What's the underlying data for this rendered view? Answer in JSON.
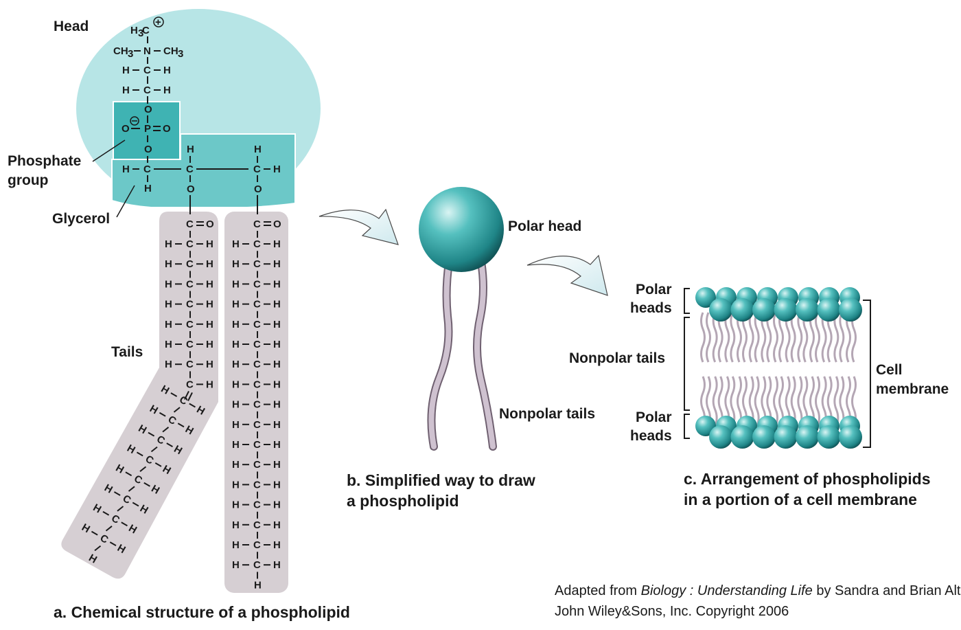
{
  "panel_a": {
    "labels": {
      "head": "Head",
      "phosphate_1": "Phosphate",
      "phosphate_2": "group",
      "glycerol": "Glycerol",
      "tails": "Tails"
    },
    "caption": "a. Chemical structure of a phospholipid"
  },
  "panel_b": {
    "polar_head": "Polar head",
    "nonpolar_tails": "Nonpolar tails",
    "caption_1": "b. Simplified way to draw",
    "caption_2": "a phospholipid"
  },
  "panel_c": {
    "polar_heads_top_1": "Polar",
    "polar_heads_top_2": "heads",
    "nonpolar_tails": "Nonpolar tails",
    "polar_heads_bottom_1": "Polar",
    "polar_heads_bottom_2": "heads",
    "cell_1": "Cell",
    "cell_2": "membrane",
    "caption_1": "c. Arrangement of phospholipids",
    "caption_2": "in a portion of a cell membrane"
  },
  "credit": {
    "line1_pre": "Adapted from ",
    "line1_title": "Biology : Understanding Life",
    "line1_post": " by Sandra and Brian Alters,",
    "line2": "John Wiley&Sons, Inc. Copyright 2006"
  },
  "colors": {
    "head_region": "#b7e5e6",
    "phosphate_box": "#3fb3b3",
    "glycerol_box": "#6cc8c8",
    "tail_box": "#d6cfd3",
    "sphere": "#2a9a9c",
    "tail_line": "#b4a6b4"
  }
}
